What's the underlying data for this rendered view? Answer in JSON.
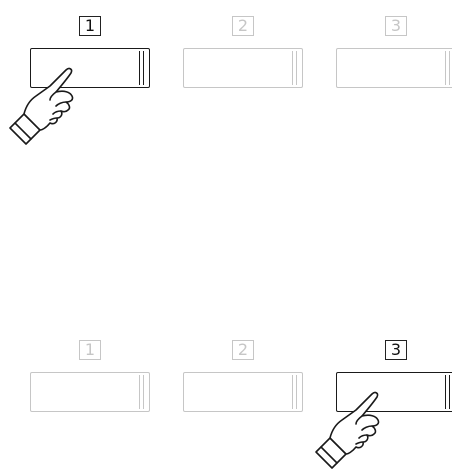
{
  "top_row": {
    "buttons": [
      {
        "number": "1",
        "state": "pressed"
      },
      {
        "number": "2",
        "state": "inactive"
      },
      {
        "number": "3",
        "state": "inactive"
      }
    ],
    "pressed_index": 1
  },
  "bottom_row": {
    "buttons": [
      {
        "number": "1",
        "state": "inactive"
      },
      {
        "number": "2",
        "state": "inactive"
      },
      {
        "number": "3",
        "state": "pressed"
      }
    ],
    "pressed_index": 3
  },
  "colors": {
    "active": "#1a1a1a",
    "inactive": "#c6c6c6",
    "background": "#ffffff"
  },
  "icons": [
    "pointing-hand-icon",
    "pointing-hand-icon"
  ]
}
